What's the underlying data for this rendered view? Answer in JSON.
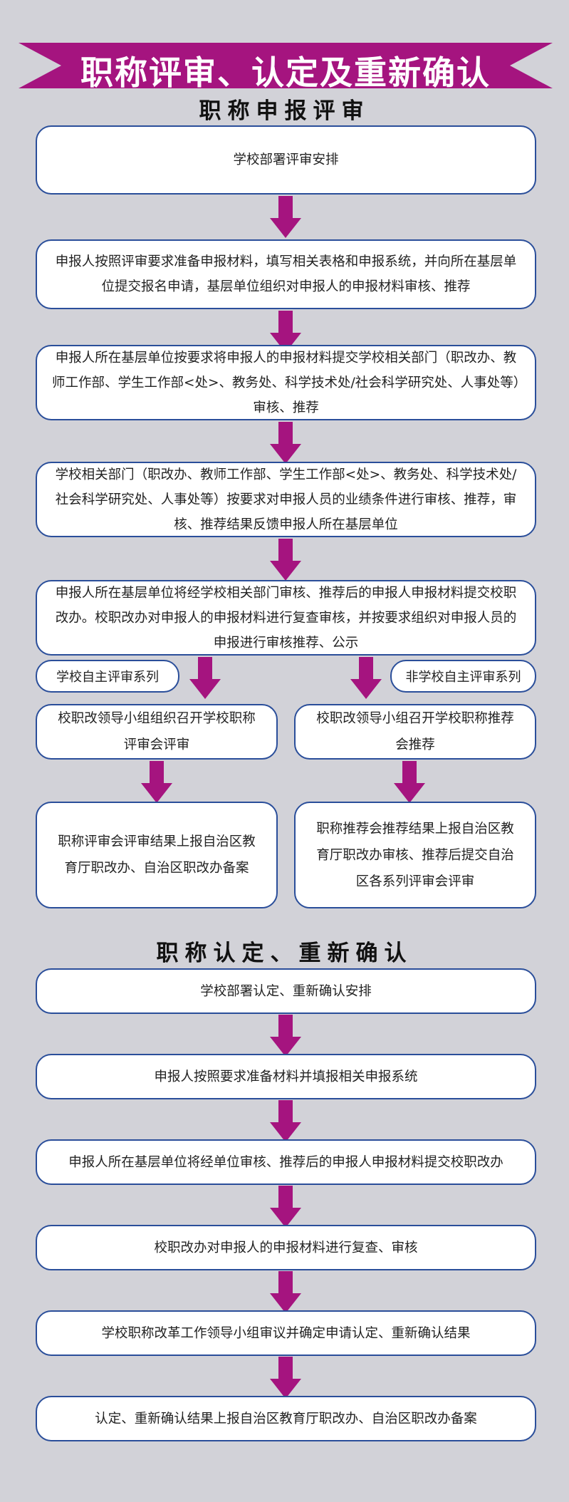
{
  "banner": {
    "title": "职称评审、认定及重新确认"
  },
  "section1": {
    "title": "职称申报评审",
    "steps": [
      "学校部署评审安排",
      "申报人按照评审要求准备申报材料，填写相关表格和申报系统，并向所在基层单位提交报名申请，基层单位组织对申报人的申报材料审核、推荐",
      "申报人所在基层单位按要求将申报人的申报材料提交学校相关部门（职改办、教师工作部、学生工作部<处>、教务处、科学技术处/社会科学研究处、人事处等）审核、推荐",
      "学校相关部门（职改办、教师工作部、学生工作部<处>、教务处、科学技术处/社会科学研究处、人事处等）按要求对申报人员的业绩条件进行审核、推荐，审核、推荐结果反馈申报人所在基层单位",
      "申报人所在基层单位将经学校相关部门审核、推荐后的申报人申报材料提交校职改办。校职改办对申报人的申报材料进行复查审核，并按要求组织对申报人员的申报进行审核推荐、公示"
    ],
    "left_branch": {
      "label": "学校自主评审系列",
      "step1": "校职改领导小组组织召开学校职称评审会评审",
      "step2": "职称评审会评审结果上报自治区教育厅职改办、自治区职改办备案"
    },
    "right_branch": {
      "label": "非学校自主评审系列",
      "step1": "校职改领导小组召开学校职称推荐会推荐",
      "step2": "职称推荐会推荐结果上报自治区教育厅职改办审核、推荐后提交自治区各系列评审会评审"
    }
  },
  "section2": {
    "title": "职称认定、重新确认",
    "steps": [
      "学校部署认定、重新确认安排",
      "申报人按照要求准备材料并填报相关申报系统",
      "申报人所在基层单位将经单位审核、推荐后的申报人申报材料提交校职改办",
      "校职改办对申报人的申报材料进行复查、审核",
      "学校职称改革工作领导小组审议并确定申请认定、重新确认结果",
      "认定、重新确认结果上报自治区教育厅职改办、自治区职改办备案"
    ]
  },
  "colors": {
    "accent": "#a5147f",
    "border": "#2a4e9a",
    "background": "#d2d2d8"
  }
}
